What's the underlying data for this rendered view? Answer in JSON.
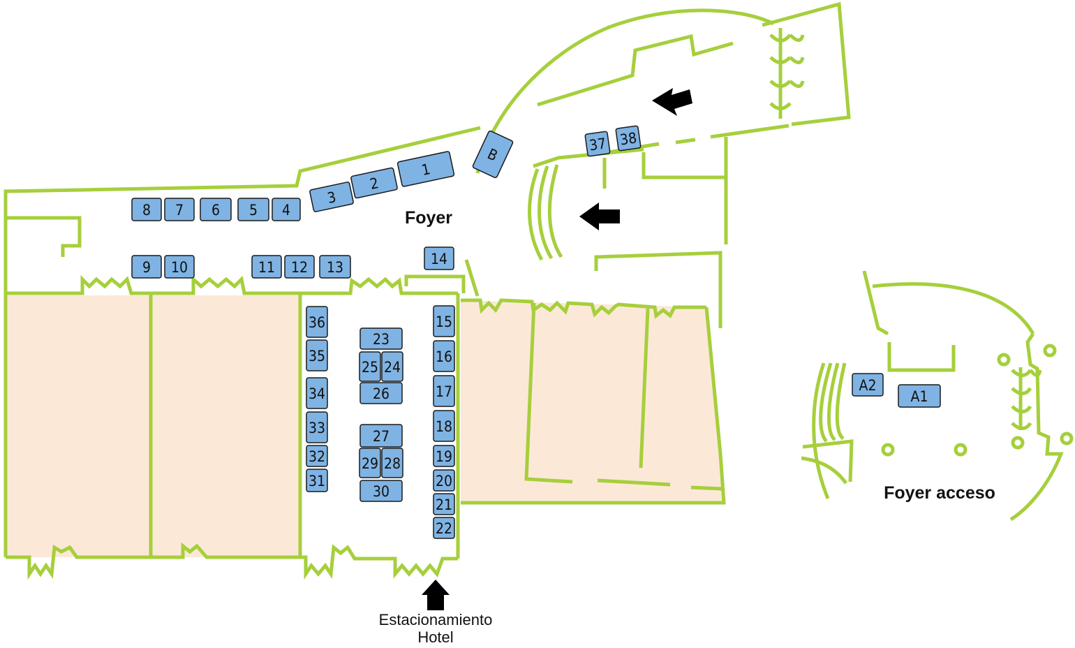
{
  "labels": {
    "foyer": "Foyer",
    "foyer_acceso": "Foyer acceso",
    "entrance_line1": "Estacionamiento",
    "entrance_line2": "Hotel"
  },
  "colors": {
    "walls": "#a6cf3c",
    "booth_fill": "#7fb3e3",
    "hall_fill": "#fce8d7",
    "arrows": "#000000"
  },
  "icons": {
    "entrance_arrows": "arrow-left-icon",
    "parking_arrow": "arrow-up-icon"
  },
  "booths": [
    {
      "id": "1",
      "label": "1"
    },
    {
      "id": "2",
      "label": "2"
    },
    {
      "id": "3",
      "label": "3"
    },
    {
      "id": "4",
      "label": "4"
    },
    {
      "id": "5",
      "label": "5"
    },
    {
      "id": "6",
      "label": "6"
    },
    {
      "id": "7",
      "label": "7"
    },
    {
      "id": "8",
      "label": "8"
    },
    {
      "id": "9",
      "label": "9"
    },
    {
      "id": "10",
      "label": "10"
    },
    {
      "id": "11",
      "label": "11"
    },
    {
      "id": "12",
      "label": "12"
    },
    {
      "id": "13",
      "label": "13"
    },
    {
      "id": "14",
      "label": "14"
    },
    {
      "id": "15",
      "label": "15"
    },
    {
      "id": "16",
      "label": "16"
    },
    {
      "id": "17",
      "label": "17"
    },
    {
      "id": "18",
      "label": "18"
    },
    {
      "id": "19",
      "label": "19"
    },
    {
      "id": "20",
      "label": "20"
    },
    {
      "id": "21",
      "label": "21"
    },
    {
      "id": "22",
      "label": "22"
    },
    {
      "id": "23",
      "label": "23"
    },
    {
      "id": "24",
      "label": "24"
    },
    {
      "id": "25",
      "label": "25"
    },
    {
      "id": "26",
      "label": "26"
    },
    {
      "id": "27",
      "label": "27"
    },
    {
      "id": "28",
      "label": "28"
    },
    {
      "id": "29",
      "label": "29"
    },
    {
      "id": "30",
      "label": "30"
    },
    {
      "id": "31",
      "label": "31"
    },
    {
      "id": "32",
      "label": "32"
    },
    {
      "id": "33",
      "label": "33"
    },
    {
      "id": "34",
      "label": "34"
    },
    {
      "id": "35",
      "label": "35"
    },
    {
      "id": "36",
      "label": "36"
    },
    {
      "id": "37",
      "label": "37"
    },
    {
      "id": "38",
      "label": "38"
    },
    {
      "id": "B",
      "label": "B"
    },
    {
      "id": "A1",
      "label": "A1"
    },
    {
      "id": "A2",
      "label": "A2"
    }
  ]
}
